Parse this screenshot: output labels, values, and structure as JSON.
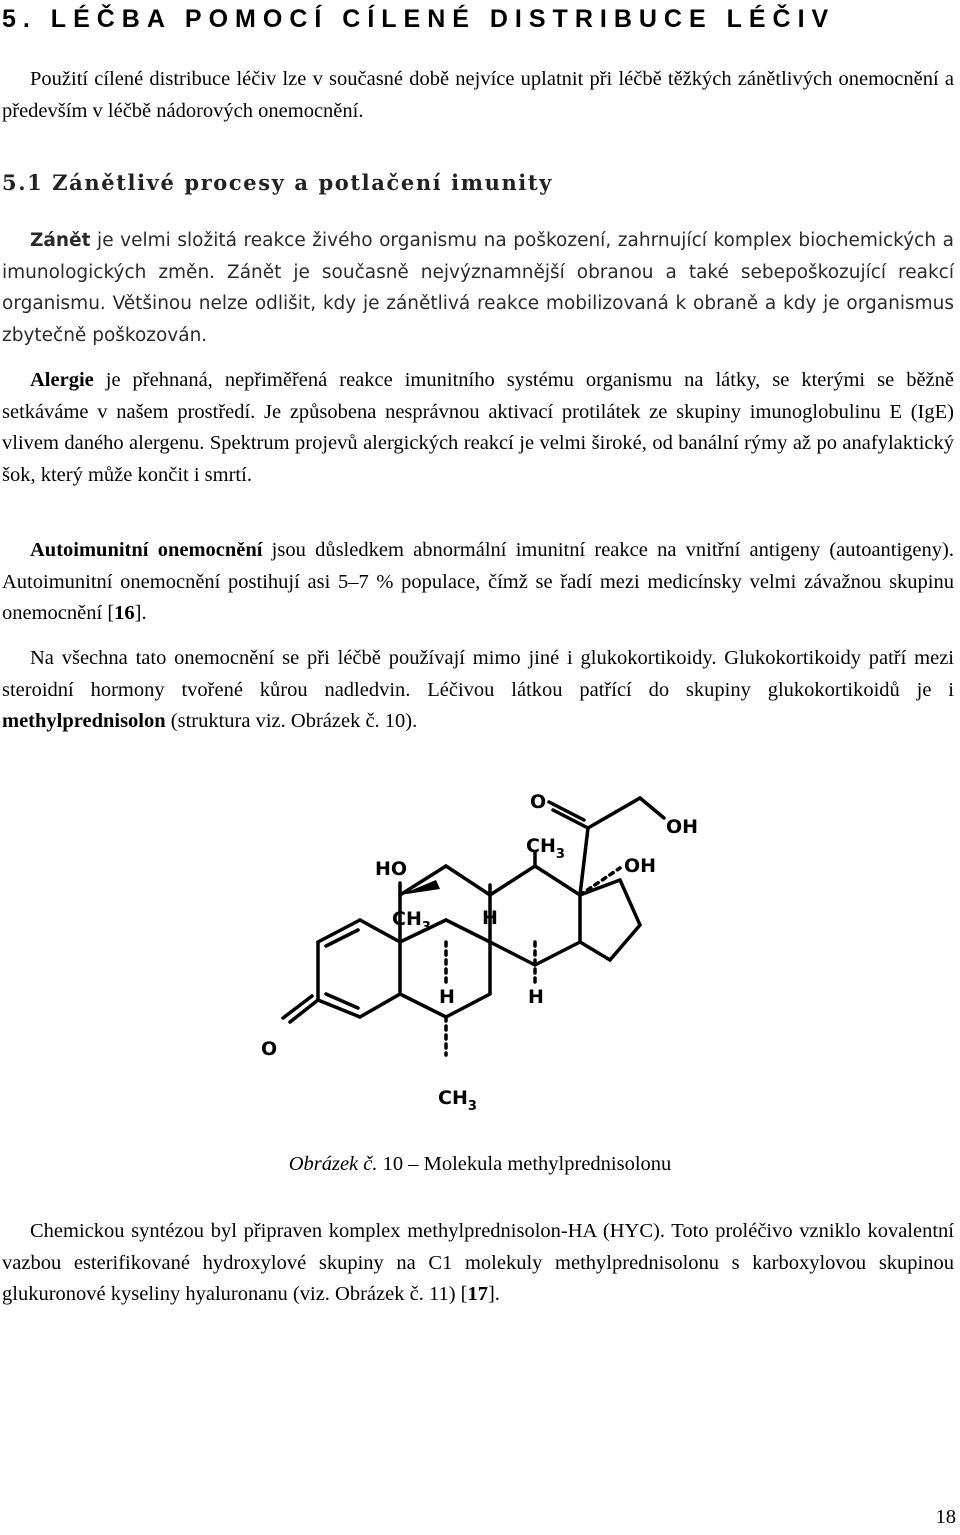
{
  "section": {
    "title": "5. LÉČBA POMOCÍ CÍLENÉ DISTRIBUCE LÉČIV"
  },
  "intro": "Použití cílené distribuce léčiv lze v současné době nejvíce uplatnit při léčbě těžkých zánětlivých onemocnění a především v léčbě nádorových onemocnění.",
  "subsection": {
    "title": "5.1 Zánětlivé procesy a potlačení imunity"
  },
  "inflammation": {
    "term": "Zánět",
    "text": " je velmi složitá reakce živého organismu na poškození, zahrnující komplex biochemických a imunologických změn. Zánět je současně nejvýznamnější obranou a také sebepoškozující reakcí organismu. Většinou nelze odlišit, kdy je zánětlivá reakce mobilizovaná k obraně a kdy je organismus zbytečně poškozován."
  },
  "allergy": {
    "term": "Alergie",
    "text": " je přehnaná, nepřiměřená reakce imunitního systému organismu na látky, se kterými se běžně setkáváme v našem prostředí. Je způsobena nesprávnou aktivací protilátek ze skupiny imunoglobulinu E (IgE) vlivem daného alergenu. Spektrum projevů alergických reakcí je velmi široké, od banální rýmy až po anafylaktický šok, který může končit i smrtí."
  },
  "autoimmune": {
    "term": "Autoimunitní onemocnění",
    "text_a": " jsou důsledkem abnormální imunitní reakce na vnitřní antigeny (autoantigeny). Autoimunitní onemocnění postihují asi 5–7 % populace, čímž se řadí mezi medicínsky velmi závažnou skupinu onemocnění [",
    "ref": "16",
    "text_b": "]."
  },
  "glucocorticoids": {
    "text_a": "Na všechna tato onemocnění se při léčbě používají mimo jiné i glukokortikoidy. Glukokortikoidy patří mezi steroidní hormony tvořené kůrou nadledvin. Léčivou látkou patřící do skupiny glukokortikoidů je i ",
    "term": "methylprednisolon",
    "text_b": " (struktura viz. Obrázek č. 10)."
  },
  "figure": {
    "labels": {
      "o_top": "O",
      "oh_top": "OH",
      "ch3_top": "CH",
      "ch3_top_sub": "3",
      "oh_right": "OH",
      "ho_left": "HO",
      "ch3_mid": "CH",
      "ch3_mid_sub": "3",
      "h_upper": "H",
      "h_lower_left": "H",
      "h_lower_right": "H",
      "o_left": "O",
      "ch3_bottom": "CH",
      "ch3_bottom_sub": "3"
    },
    "caption_label": "Obrázek č.",
    "caption_text": " 10 – Molekula methylprednisolonu"
  },
  "synthesis": {
    "text_a": "Chemickou syntézou byl připraven komplex methylprednisolon-HA (HYC). Toto proléčivo vzniklo kovalentní vazbou esterifikované hydroxylové skupiny na C1 molekuly methylprednisolonu s karboxylovou skupinou glukuronové kyseliny hyaluronanu (viz. Obrázek č. 11) [",
    "ref": "17",
    "text_b": "]."
  },
  "page_number": "18"
}
